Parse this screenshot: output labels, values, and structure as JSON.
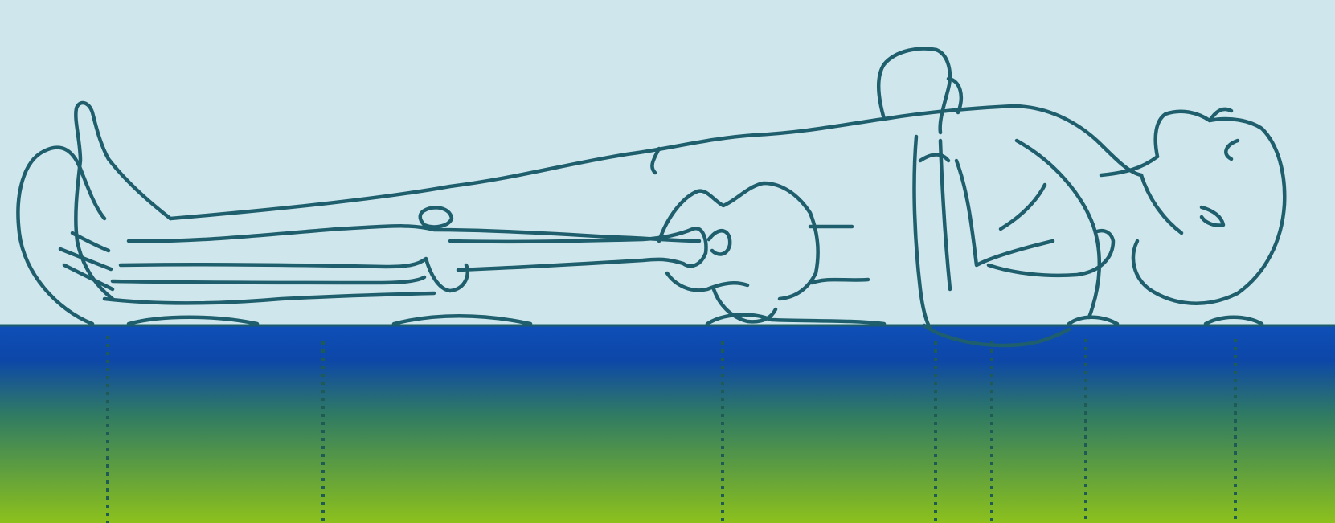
{
  "colors": {
    "sky": "#cfe7ec",
    "outline": "#1f5f6d",
    "surface_top": "#0e4fb8",
    "surface_mid": "#2f7a64",
    "surface_bottom": "#8cc11c",
    "pressure_line": "#1f5a55"
  },
  "figure": {
    "pose": "supine",
    "icon": "supine-body-outline-icon",
    "pressure_points": [
      "heel",
      "calf",
      "sacrum",
      "elbow",
      "forearm",
      "shoulder-blade",
      "occiput"
    ]
  }
}
